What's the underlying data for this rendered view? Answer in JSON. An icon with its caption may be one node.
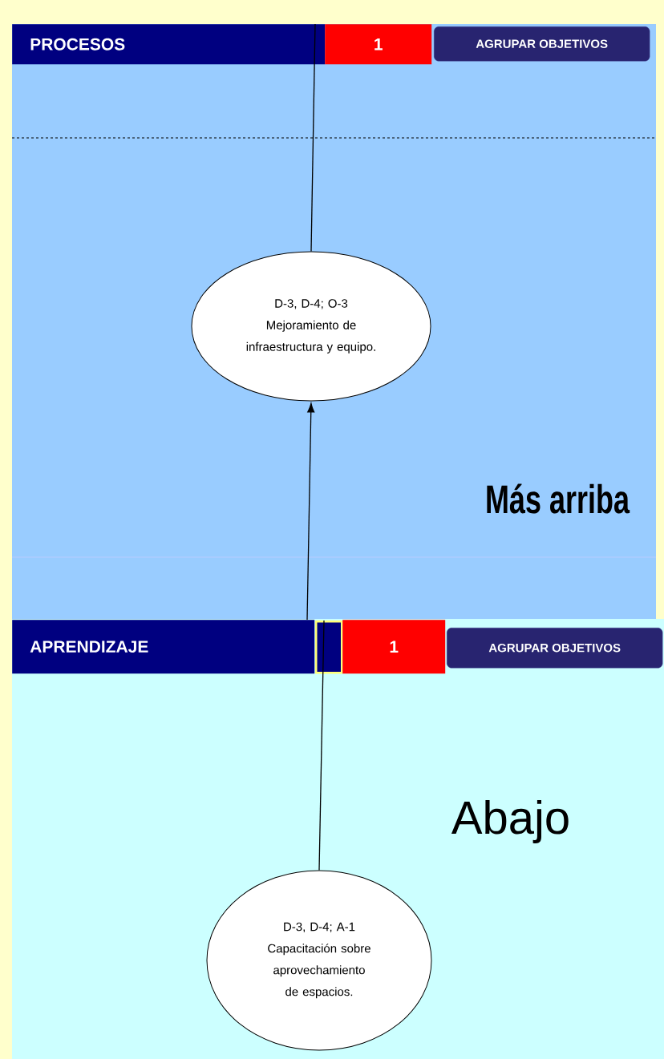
{
  "diagram": {
    "nodes": [
      {
        "text": [
          "PROCESOS"
        ]
      },
      {
        "text": [
          "1"
        ]
      },
      {
        "text": [
          "AGRUPAR OBJETIVOS"
        ]
      },
      {
        "text": [
          "D-3, D-4; O-3",
          "Mejoramiento de infraestructura y equipo."
        ]
      },
      {
        "text": [
          "APRENDIZAJE"
        ]
      },
      {
        "text": [],
        "shape": "box"
      },
      {
        "text": [
          "1"
        ]
      },
      {
        "text": [
          "AGRUPAR OBJETIVOS"
        ]
      },
      {
        "text": [
          "D-3, D-4; A-1",
          "Capacitación sobre aprovechamiento de espacios."
        ]
      }
    ],
    "edges": [
      {
        "from": 3,
        "to": 0,
        "arrow": "none"
      },
      {
        "from": 4,
        "to": 3,
        "arrow": "to"
      },
      {
        "from": 8,
        "to": 5,
        "arrow": "none"
      }
    ],
    "labels": [
      "Más arriba",
      "Abajo"
    ]
  }
}
